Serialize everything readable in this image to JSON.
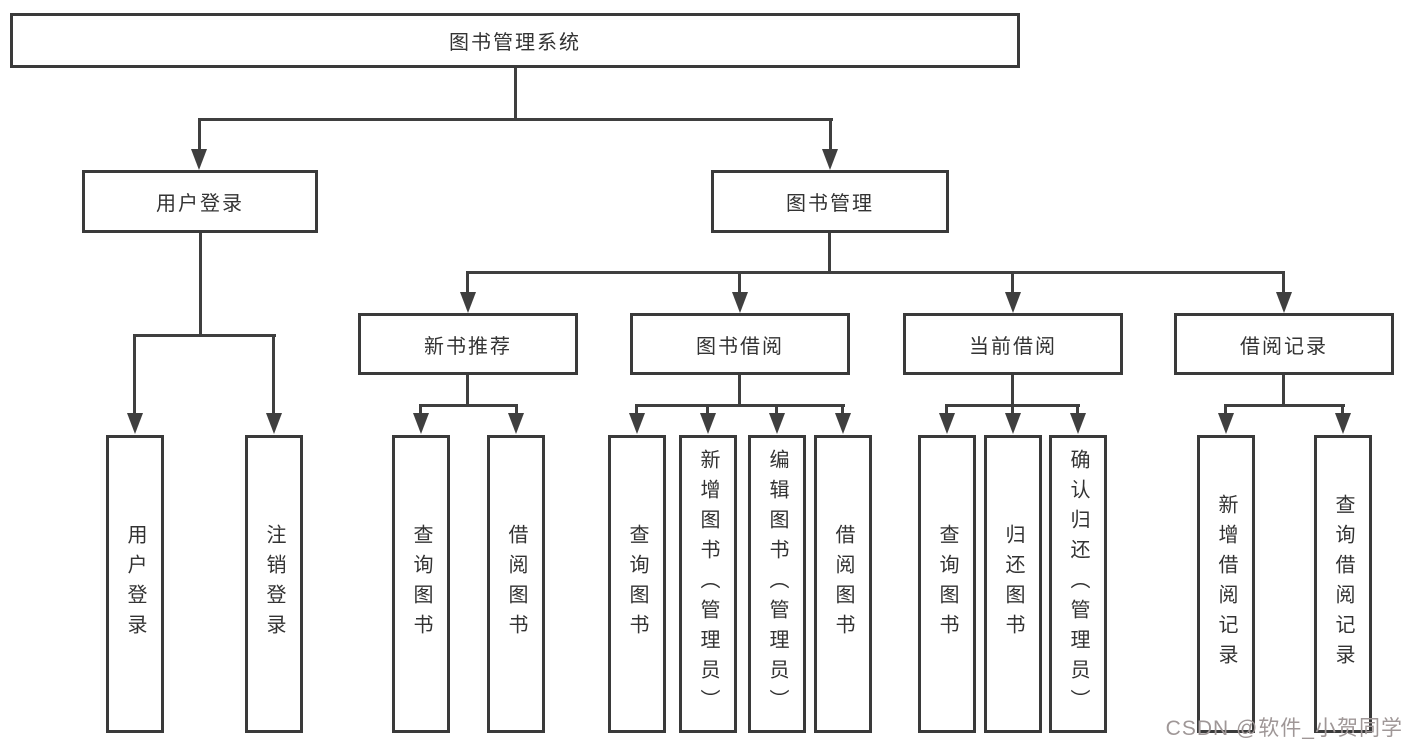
{
  "page": {
    "background": "#ffffff",
    "watermark": "CSDN @软件_小贺同学"
  },
  "colors": {
    "line": "#3f3f3f",
    "box_border": "#3a3a3a",
    "text": "#333333",
    "watermark": "#9f9797"
  },
  "tree": {
    "root": {
      "id": "library-management-system",
      "label": "图书管理系统"
    },
    "level2": [
      {
        "id": "user-login",
        "label": "用户登录"
      },
      {
        "id": "book-management",
        "label": "图书管理"
      }
    ],
    "level3": [
      {
        "id": "new-book-recommend",
        "label": "新书推荐",
        "parent": "book-management"
      },
      {
        "id": "book-borrowing",
        "label": "图书借阅",
        "parent": "book-management"
      },
      {
        "id": "current-borrowing",
        "label": "当前借阅",
        "parent": "book-management"
      },
      {
        "id": "borrowing-records",
        "label": "借阅记录",
        "parent": "book-management"
      }
    ],
    "leaves": [
      {
        "id": "user-login-leaf",
        "label": "用户登录",
        "parent": "user-login"
      },
      {
        "id": "logout",
        "label": "注销登录",
        "parent": "user-login"
      },
      {
        "id": "query-books-recommend",
        "label": "查询图书",
        "parent": "new-book-recommend"
      },
      {
        "id": "borrow-books-recommend",
        "label": "借阅图书",
        "parent": "new-book-recommend"
      },
      {
        "id": "query-books-borrowing",
        "label": "查询图书",
        "parent": "book-borrowing"
      },
      {
        "id": "add-books-admin",
        "label": "新增图书（管理员）",
        "parent": "book-borrowing"
      },
      {
        "id": "edit-books-admin",
        "label": "编辑图书（管理员）",
        "parent": "book-borrowing"
      },
      {
        "id": "borrow-books-borrowing",
        "label": "借阅图书",
        "parent": "book-borrowing"
      },
      {
        "id": "query-books-current",
        "label": "查询图书",
        "parent": "current-borrowing"
      },
      {
        "id": "return-books",
        "label": "归还图书",
        "parent": "current-borrowing"
      },
      {
        "id": "confirm-return-admin",
        "label": "确认归还（管理员）",
        "parent": "current-borrowing"
      },
      {
        "id": "add-borrowing-record",
        "label": "新增借阅记录",
        "parent": "borrowing-records"
      },
      {
        "id": "query-borrowing-record",
        "label": "查询借阅记录",
        "parent": "borrowing-records"
      }
    ]
  }
}
